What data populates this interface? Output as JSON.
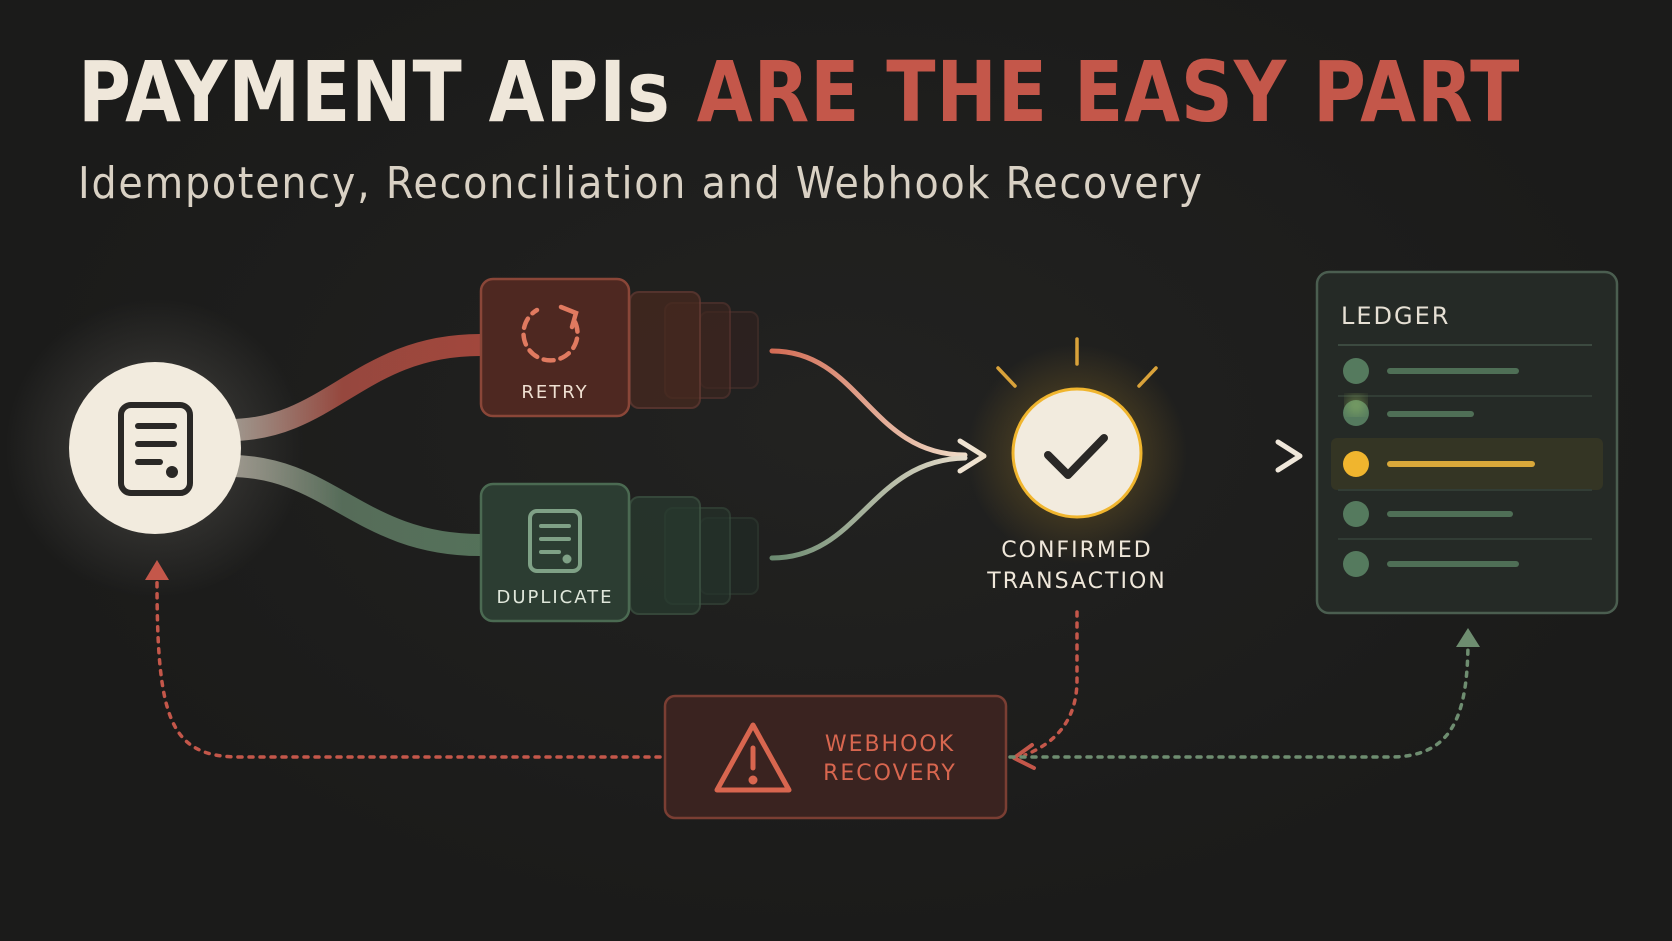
{
  "header": {
    "title_part1": "PAYMENT APIs",
    "title_part2": "ARE THE EASY PART",
    "subtitle": "Idempotency, Reconciliation and Webhook Recovery"
  },
  "nodes": {
    "retry_label": "RETRY",
    "duplicate_label": "DUPLICATE",
    "confirmed_line1": "CONFIRMED",
    "confirmed_line2": "TRANSACTION",
    "ledger_title": "LEDGER",
    "webhook_line1": "WEBHOOK",
    "webhook_line2": "RECOVERY"
  },
  "colors": {
    "background": "#1b1b1a",
    "retry_red": "#c4574a",
    "duplicate_green": "#5e8064",
    "highlight_yellow": "#f0b52e",
    "cream": "#efe7da"
  },
  "icons": [
    "document-icon",
    "retry-cycle-icon",
    "duplicate-document-icon",
    "checkmark-icon",
    "warning-triangle-icon"
  ]
}
